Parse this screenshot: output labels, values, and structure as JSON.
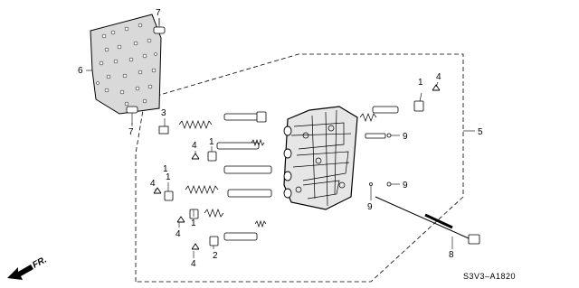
{
  "callouts": {
    "c1a": "1",
    "c1b": "1",
    "c1c": "1",
    "c1d": "1",
    "c1e": "1",
    "c2": "2",
    "c3": "3",
    "c4a": "4",
    "c4b": "4",
    "c4c": "4",
    "c4d": "4",
    "c4e": "4",
    "c5": "5",
    "c6": "6",
    "c7a": "7",
    "c7b": "7",
    "c8": "8",
    "c9a": "9",
    "c9b": "9",
    "c9c": "9"
  },
  "direction_label": "FR.",
  "diagram_code": "S3V3–A1820"
}
